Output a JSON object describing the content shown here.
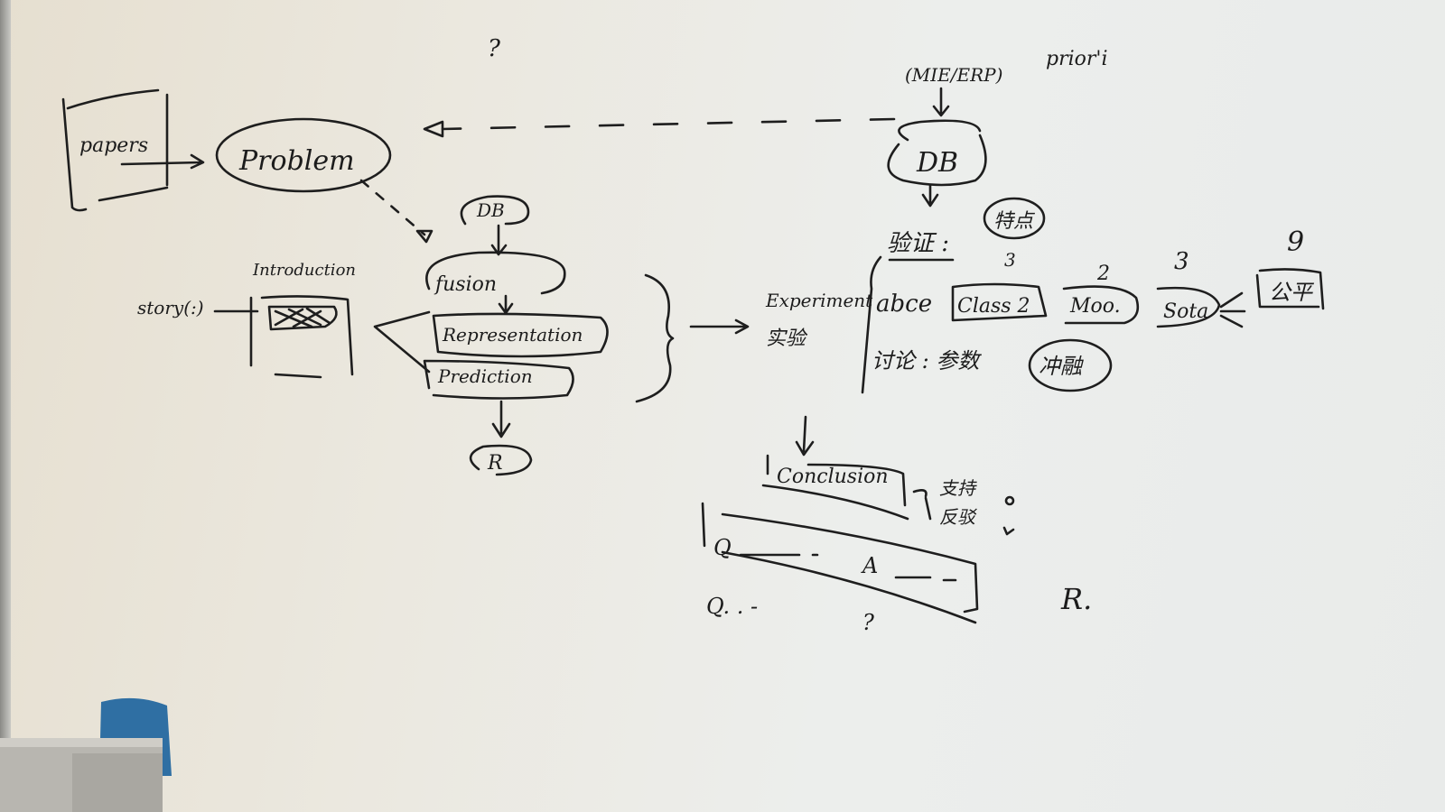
{
  "board": {
    "question_top": "?",
    "source": "(MIE/ERP)",
    "prior": "prior'i",
    "papers": "papers",
    "problem": "Problem",
    "db_left": "DB",
    "fusion": "fusion",
    "representation": "Representation",
    "prediction": "Prediction",
    "result_left": "R",
    "introduction": "Introduction",
    "story": "story(:)",
    "db_right": "DB",
    "validation": "验证 :",
    "feature": "特点",
    "experiment": "Experiment",
    "experiment_cn": "实验",
    "ablation": "abce",
    "class2": "Class 2",
    "moo": "Moo.",
    "sota": "Sota",
    "fair": "公平",
    "count_class": "3",
    "count_moo": "2",
    "count_sota": "3",
    "count_fair": "9",
    "discussion": "讨论 : 参数",
    "conflict": "冲融",
    "conclusion": "Conclusion",
    "support": "支持",
    "refute": "反驳",
    "q1": "Q",
    "a1": "A",
    "q2": "Q. . -",
    "question_bottom": "?",
    "r_right": "R."
  }
}
